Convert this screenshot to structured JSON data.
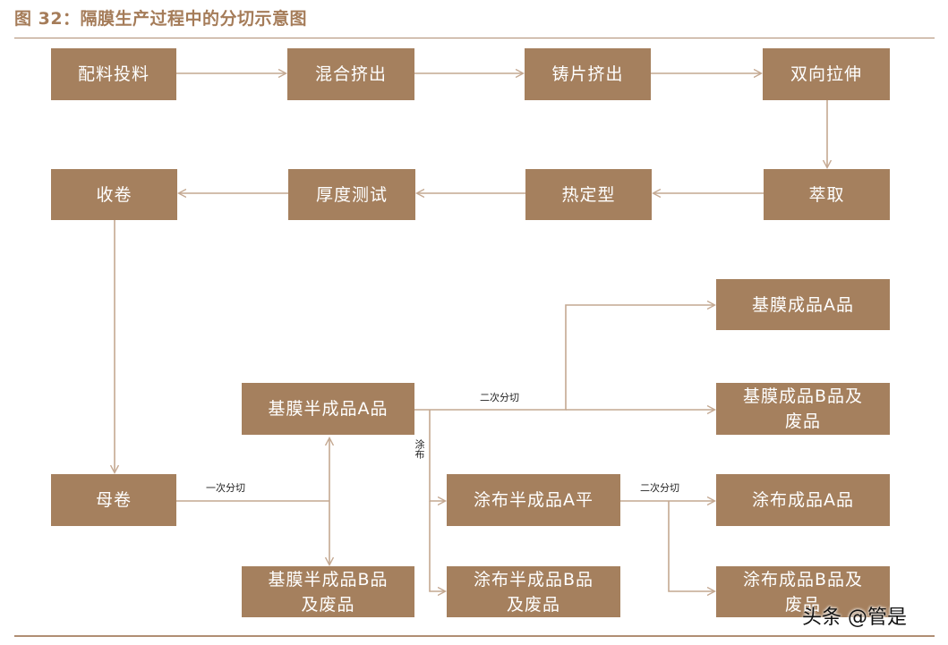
{
  "figure": {
    "title": "图 32：隔膜生产过程中的分切示意图"
  },
  "boxes": {
    "peiliao": "配料投料",
    "hunhe": "混合挤出",
    "zhupian": "铸片挤出",
    "shuangxiang": "双向拉伸",
    "cuiqu": "萃取",
    "rerding": "热定型",
    "houdu": "厚度测试",
    "shoujuan": "收卷",
    "mujuan": "母卷",
    "jimo_ban_a": "基膜半成品A品",
    "jimo_ban_b_line1": "基膜半成品B品",
    "jimo_ban_b_line2": "及废品",
    "jimo_cheng_a": "基膜成品A品",
    "jimo_cheng_b_line1": "基膜成品B品及",
    "jimo_cheng_b_line2": "废品",
    "tubu_ban_a": "涂布半成品A平",
    "tubu_ban_b_line1": "涂布半成品B品",
    "tubu_ban_b_line2": "及废品",
    "tubu_cheng_a": "涂布成品A品",
    "tubu_cheng_b_line1": "涂布成品B品及",
    "tubu_cheng_b_line2": "废品"
  },
  "labels": {
    "yici": "一次分切",
    "erci_top": "二次分切",
    "erci_bottom": "二次分切",
    "tubu": "涂布"
  },
  "watermark": "头条 @管是",
  "colors": {
    "box": "#a5805e",
    "line": "#c4a891",
    "title": "#a57c59"
  }
}
